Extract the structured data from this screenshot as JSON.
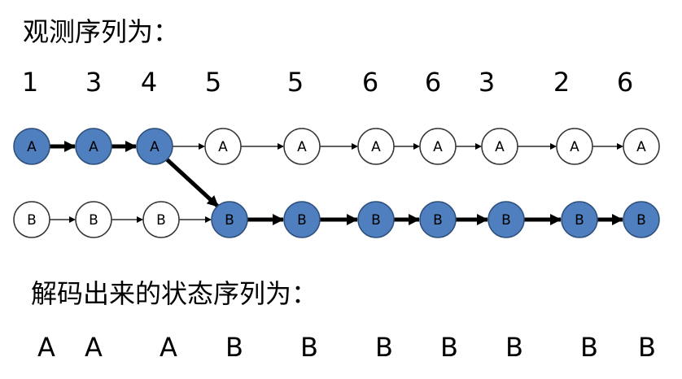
{
  "observation_heading": "观测序列为：",
  "observations": [
    "1",
    "3",
    "4",
    "5",
    "5",
    "6",
    "6",
    "3",
    "2",
    "6"
  ],
  "states": {
    "a_label": "A",
    "b_label": "B"
  },
  "decoded_heading": "解码出来的状态序列为：",
  "decoded_states": [
    "A",
    "A",
    "A",
    "B",
    "B",
    "B",
    "B",
    "B",
    "B",
    "B"
  ],
  "colors": {
    "path_fill": "#4f7fbf",
    "path_stroke": "#2e4f7a",
    "node_fill": "#ffffff",
    "node_stroke": "#333333",
    "arrow": "#000000"
  },
  "viterbi_path": {
    "row_a_highlighted_steps": [
      0,
      1,
      2
    ],
    "row_b_highlighted_steps": [
      3,
      4,
      5,
      6,
      7,
      8,
      9
    ],
    "transition_a_to_b": "A3 → B4"
  }
}
